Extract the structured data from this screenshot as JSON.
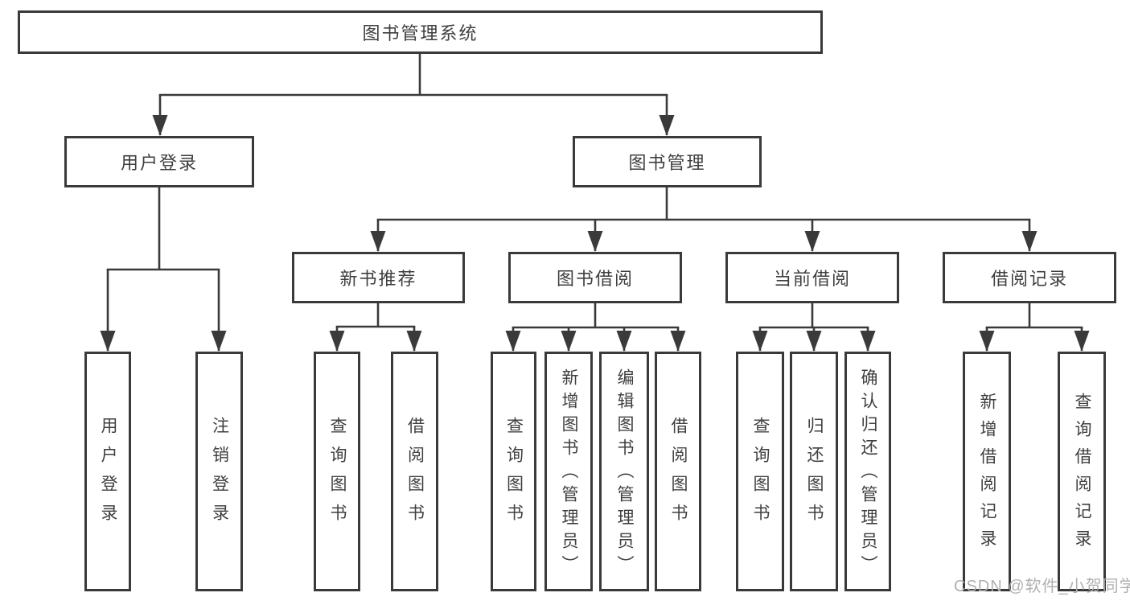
{
  "diagram": {
    "root": {
      "label": "图书管理系统"
    },
    "level1": [
      {
        "label": "用户登录"
      },
      {
        "label": "图书管理"
      }
    ],
    "level2": [
      {
        "parent": "图书管理",
        "label": "新书推荐"
      },
      {
        "parent": "图书管理",
        "label": "图书借阅"
      },
      {
        "parent": "图书管理",
        "label": "当前借阅"
      },
      {
        "parent": "图书管理",
        "label": "借阅记录"
      }
    ],
    "leaves": [
      {
        "parent": "用户登录",
        "label": "用户登录"
      },
      {
        "parent": "用户登录",
        "label": "注销登录"
      },
      {
        "parent": "新书推荐",
        "label": "查询图书"
      },
      {
        "parent": "新书推荐",
        "label": "借阅图书"
      },
      {
        "parent": "图书借阅",
        "label": "查询图书"
      },
      {
        "parent": "图书借阅",
        "label": "新增图书（管理员）"
      },
      {
        "parent": "图书借阅",
        "label": "编辑图书（管理员）"
      },
      {
        "parent": "图书借阅",
        "label": "借阅图书"
      },
      {
        "parent": "当前借阅",
        "label": "查询图书"
      },
      {
        "parent": "当前借阅",
        "label": "归还图书"
      },
      {
        "parent": "当前借阅",
        "label": "确认归还（管理员）"
      },
      {
        "parent": "借阅记录",
        "label": "新增借阅记录"
      },
      {
        "parent": "借阅记录",
        "label": "查询借阅记录"
      }
    ],
    "colors": {
      "line": "#3a3a3a",
      "box_border": "#3a3a3a",
      "text": "#3f3f3f",
      "watermark": "#b0b0b0",
      "background": "#ffffff"
    },
    "watermark": "CSDN @软件_小贺同学"
  }
}
